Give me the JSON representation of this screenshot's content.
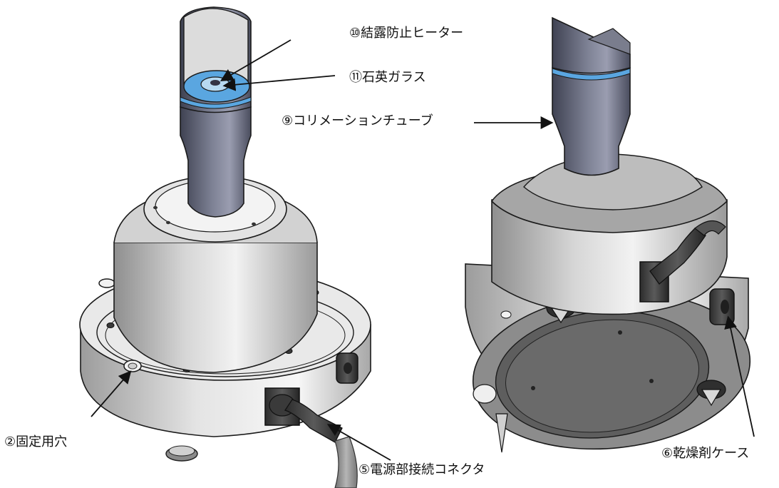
{
  "labels": {
    "heater": "⑩結露防止ヒーター",
    "quartz": "⑪石英ガラス",
    "collimation_tube": "⑨コリメーションチューブ",
    "fixing_hole": "②固定用穴",
    "power_connector": "⑤電源部接続コネクタ",
    "desiccant_case": "⑥乾燥剤ケース"
  },
  "colors": {
    "body_metal": "#c9c9c9",
    "tube_steel": "#6e7285",
    "window_blue": "#5aa6e0",
    "outline": "#1a1a1a"
  }
}
